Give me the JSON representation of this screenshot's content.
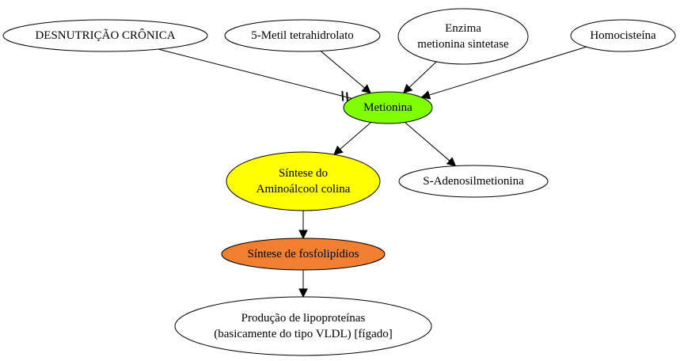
{
  "nodes": {
    "desnutricao": {
      "lines": [
        "DESNUTRIÇÃO CRÔNICA"
      ],
      "fill": "#ffffff"
    },
    "metil": {
      "lines": [
        "5-Metil tetrahidrolato"
      ],
      "fill": "#ffffff"
    },
    "enzima": {
      "lines": [
        "Enzima",
        "metionina sintetase"
      ],
      "fill": "#ffffff"
    },
    "homocisteina": {
      "lines": [
        "Homocisteína"
      ],
      "fill": "#ffffff"
    },
    "metionina": {
      "lines": [
        "Metionina"
      ],
      "fill": "#7fff00"
    },
    "colina": {
      "lines": [
        "Síntese do",
        "Aminoálcool colina"
      ],
      "fill": "#ffff00"
    },
    "sadenosil": {
      "lines": [
        "S-Adenosilmetionina"
      ],
      "fill": "#ffffff"
    },
    "fosfolipidios": {
      "lines": [
        "Síntese de fosfolipídios"
      ],
      "fill": "#f07f2f"
    },
    "lipoproteinas": {
      "lines": [
        "Produção de lipoproteínas",
        "(basicamente do tipo VLDL) [fígado]"
      ],
      "fill": "#ffffff"
    }
  },
  "edges": [
    {
      "from": "desnutricao",
      "to": "metionina",
      "style": "tee"
    },
    {
      "from": "metil",
      "to": "metionina",
      "style": "arrow"
    },
    {
      "from": "enzima",
      "to": "metionina",
      "style": "arrow"
    },
    {
      "from": "homocisteina",
      "to": "metionina",
      "style": "arrow"
    },
    {
      "from": "metionina",
      "to": "colina",
      "style": "arrow"
    },
    {
      "from": "metionina",
      "to": "sadenosil",
      "style": "arrow"
    },
    {
      "from": "colina",
      "to": "fosfolipidios",
      "style": "arrow"
    },
    {
      "from": "fosfolipidios",
      "to": "lipoproteinas",
      "style": "arrow"
    }
  ]
}
